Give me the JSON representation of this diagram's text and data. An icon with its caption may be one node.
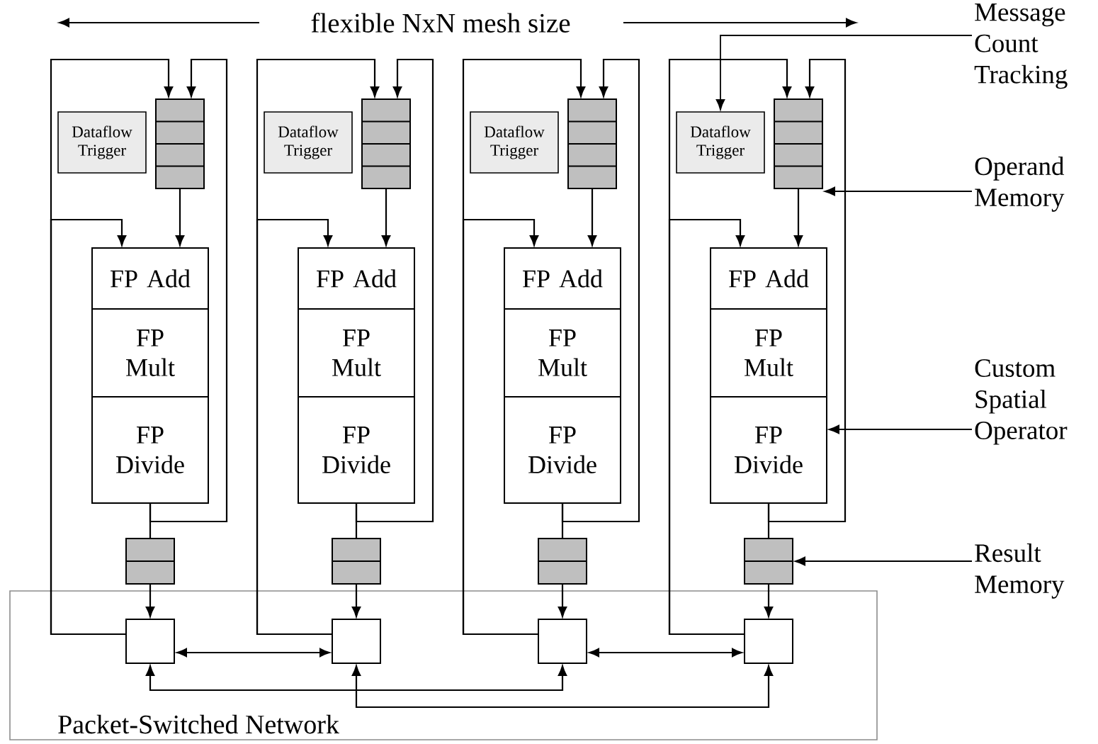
{
  "diagram": {
    "nodes": [
      {
        "text": [
          "Packet-Switched Network"
        ]
      },
      {
        "text": [
          "Dataflow Trigger"
        ]
      },
      {
        "text": [],
        "shape": "box"
      },
      {
        "text": [
          "FP Add",
          "FP Mult",
          "FP Divide"
        ]
      },
      {
        "text": [],
        "shape": "box"
      },
      {
        "text": [],
        "shape": "box",
        "in": 0
      },
      {
        "text": [
          "Dataflow Trigger"
        ]
      },
      {
        "text": [],
        "shape": "box"
      },
      {
        "text": [
          "FP Add",
          "FP Mult",
          "FP Divide"
        ]
      },
      {
        "text": [],
        "shape": "box"
      },
      {
        "text": [],
        "shape": "box",
        "in": 0
      },
      {
        "text": [
          "Dataflow Trigger"
        ]
      },
      {
        "text": [],
        "shape": "box"
      },
      {
        "text": [
          "FP Add",
          "FP Mult",
          "FP Divide"
        ]
      },
      {
        "text": [],
        "shape": "box"
      },
      {
        "text": [],
        "shape": "box",
        "in": 0
      },
      {
        "text": [
          "Dataflow Trigger"
        ]
      },
      {
        "text": [],
        "shape": "box"
      },
      {
        "text": [
          "FP Add",
          "FP Mult",
          "FP Divide"
        ]
      },
      {
        "text": [],
        "shape": "box"
      },
      {
        "text": [],
        "shape": "box",
        "in": 0
      },
      {
        "text": [
          "Message Count Tracking"
        ]
      },
      {
        "text": [
          "Operand Memory"
        ]
      },
      {
        "text": [
          "Custom Spatial Operator"
        ]
      },
      {
        "text": [
          "Result Memory"
        ]
      }
    ],
    "edges": [
      {
        "from": 5,
        "to": 2,
        "arrow": "to"
      },
      {
        "from": 5,
        "to": 3,
        "arrow": "to"
      },
      {
        "from": 2,
        "to": 3,
        "arrow": "to"
      },
      {
        "from": 3,
        "to": 2,
        "arrow": "to"
      },
      {
        "from": 3,
        "to": 4,
        "arrow": "none"
      },
      {
        "from": 4,
        "to": 5,
        "arrow": "to"
      },
      {
        "from": 10,
        "to": 7,
        "arrow": "to"
      },
      {
        "from": 10,
        "to": 8,
        "arrow": "to"
      },
      {
        "from": 7,
        "to": 8,
        "arrow": "to"
      },
      {
        "from": 8,
        "to": 7,
        "arrow": "to"
      },
      {
        "from": 8,
        "to": 9,
        "arrow": "none"
      },
      {
        "from": 9,
        "to": 10,
        "arrow": "to"
      },
      {
        "from": 15,
        "to": 12,
        "arrow": "to"
      },
      {
        "from": 15,
        "to": 13,
        "arrow": "to"
      },
      {
        "from": 12,
        "to": 13,
        "arrow": "to"
      },
      {
        "from": 13,
        "to": 12,
        "arrow": "to"
      },
      {
        "from": 13,
        "to": 14,
        "arrow": "none"
      },
      {
        "from": 14,
        "to": 15,
        "arrow": "to"
      },
      {
        "from": 20,
        "to": 17,
        "arrow": "to"
      },
      {
        "from": 20,
        "to": 18,
        "arrow": "to"
      },
      {
        "from": 17,
        "to": 18,
        "arrow": "to"
      },
      {
        "from": 18,
        "to": 17,
        "arrow": "to"
      },
      {
        "from": 18,
        "to": 19,
        "arrow": "none"
      },
      {
        "from": 19,
        "to": 20,
        "arrow": "to"
      },
      {
        "from": 5,
        "to": 10,
        "arrow": "both"
      },
      {
        "from": 15,
        "to": 20,
        "arrow": "both"
      },
      {
        "from": 5,
        "to": 15,
        "arrow": "both"
      },
      {
        "from": 10,
        "to": 20,
        "arrow": "both"
      },
      {
        "from": 21,
        "to": 16,
        "arrow": "to"
      },
      {
        "from": 22,
        "to": 17,
        "arrow": "to"
      },
      {
        "from": 23,
        "to": 18,
        "arrow": "to"
      },
      {
        "from": 24,
        "to": 19,
        "arrow": "to"
      }
    ],
    "labels": [
      "flexible NxN mesh size"
    ]
  }
}
